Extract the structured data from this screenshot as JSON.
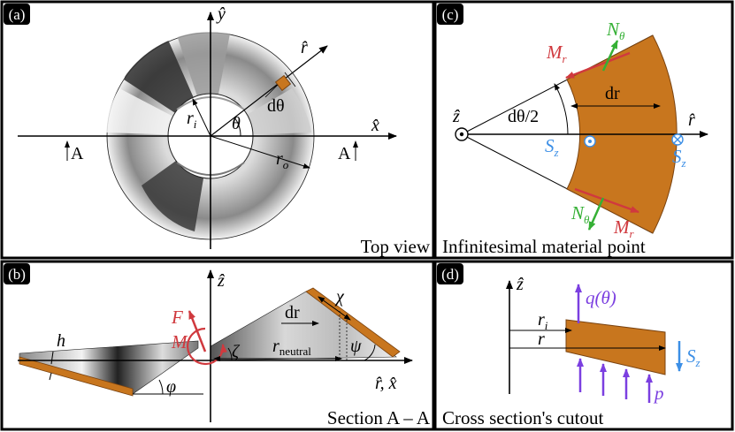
{
  "colors": {
    "frame": "#000000",
    "material": "#c8761e",
    "material_edge": "#7a4310",
    "moment": "#d0393e",
    "normal_force": "#35b035",
    "shear": "#3c8fe6",
    "load": "#7b3fe0",
    "metal_light": "#f4f4f4",
    "metal_dark": "#2a2a2a"
  },
  "panels": {
    "a": {
      "tag": "(a)",
      "caption": "Top view",
      "labels": {
        "y_axis": "ŷ",
        "x_axis": "x̂",
        "r_axis": "r̂",
        "ri": "r",
        "ri_sub": "i",
        "ro": "r",
        "ro_sub": "o",
        "theta": "θ",
        "dtheta": "dθ",
        "section_left": "A",
        "section_right": "A"
      }
    },
    "b": {
      "tag": "(b)",
      "caption": "Section A – A",
      "labels": {
        "z_axis": "ẑ",
        "rx_axis": "r̂, x̂",
        "h": "h",
        "phi": "φ",
        "F": "F",
        "M": "M",
        "zeta": "ζ",
        "dr": "dr",
        "chi": "χ",
        "r_neutral": "r",
        "r_neutral_sub": "neutral",
        "psi": "ψ"
      }
    },
    "c": {
      "tag": "(c)",
      "caption": "Infinitesimal material point",
      "labels": {
        "z_axis": "ẑ",
        "r_axis": "r̂",
        "dtheta_half": "dθ/2",
        "dr": "dr",
        "M_top": "M",
        "M_top_sub": "r",
        "N_top": "N",
        "N_top_sub": "θ",
        "M_bottom": "M",
        "M_bottom_sub": "r",
        "N_bottom": "N",
        "N_bottom_sub": "θ",
        "S_left": "S",
        "S_left_sub": "z",
        "S_right": "S",
        "S_right_sub": "z"
      }
    },
    "d": {
      "tag": "(d)",
      "caption": "Cross section's cutout",
      "labels": {
        "z_axis": "ẑ",
        "q": "q(θ)",
        "ri": "r",
        "ri_sub": "i",
        "r": "r",
        "S": "S",
        "S_sub": "z",
        "p": "p"
      }
    }
  }
}
